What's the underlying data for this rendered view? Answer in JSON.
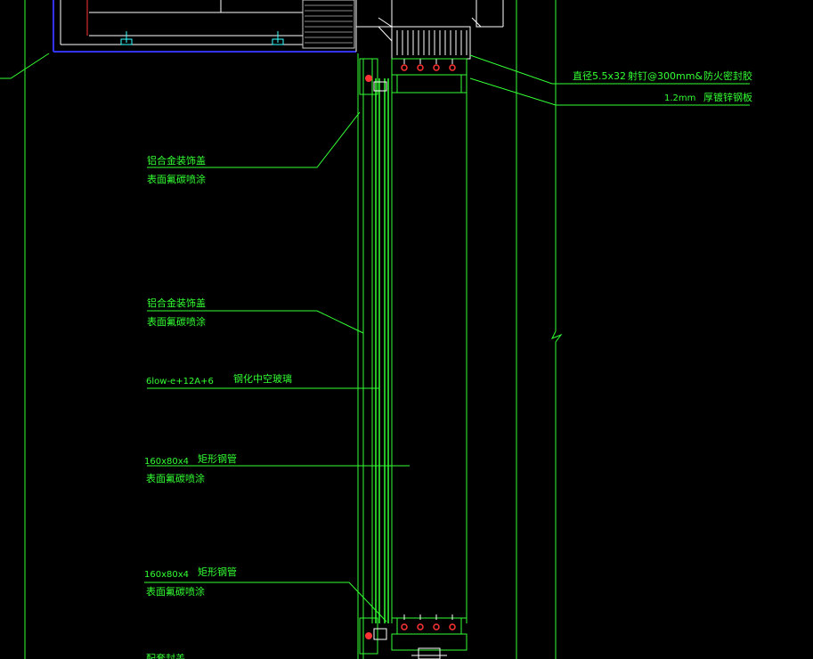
{
  "colors": {
    "background": "#000000",
    "line_green": "#33ff33",
    "line_white": "#ffffff",
    "line_blue": "#3333ff",
    "line_red": "#ff3333",
    "line_cyan": "#33ffff"
  },
  "annotations": {
    "fastener_spec": "直径5.5x32",
    "rivet_spec": "射钉@300mm&",
    "fire_seal": "防火密封胶",
    "steel_thickness": "1.2mm",
    "steel_plate": "厚镀锌钢板",
    "cover_1_line1": "铝合金装饰盖",
    "cover_1_line2": "表面氟碳喷涂",
    "cover_2_line1": "铝合金装饰盖",
    "cover_2_line2": "表面氟碳喷涂",
    "glass_spec": "6low-e+12A+6",
    "glass_name": "钢化中空玻璃",
    "tube_1_spec": "160x80x4",
    "tube_1_name": "矩形钢管",
    "tube_1_finish": "表面氟碳喷涂",
    "tube_2_spec": "160x80x4",
    "tube_2_name": "矩形钢管",
    "tube_2_finish": "表面氟碳喷涂",
    "bottom_partial": "配套封盖"
  }
}
